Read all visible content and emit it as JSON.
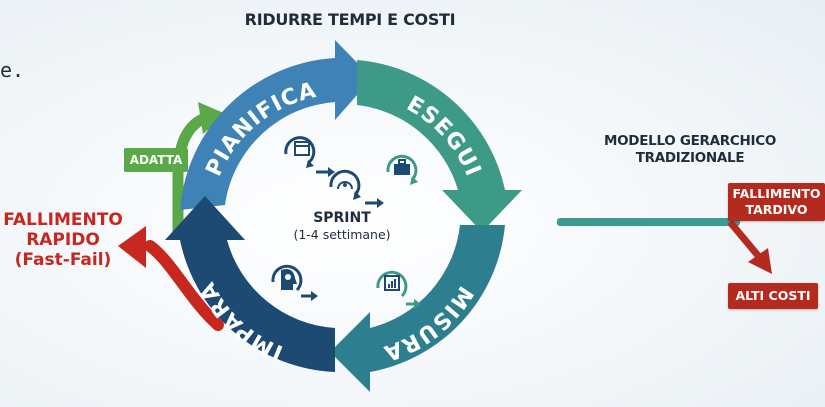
{
  "header": {
    "title": "RIDURRE TEMPI E COSTI"
  },
  "stray_text": "e.",
  "cycle": {
    "stages": [
      {
        "label": "PIANIFICA",
        "color": "#3f82b6",
        "icon": "calendar-cycle-icon"
      },
      {
        "label": "ESEGUI",
        "color": "#3d9a86",
        "icon": "briefcase-cycle-icon"
      },
      {
        "label": "MISURA",
        "color": "#2d7f8f",
        "icon": "bar-chart-cycle-icon"
      },
      {
        "label": "IMPARA",
        "color": "#1d4a72",
        "icon": "head-gear-cycle-icon"
      }
    ],
    "center": {
      "title": "SPRINT",
      "subtitle": "(1-4 settimane)"
    },
    "center_icon": "sprint-cycle-icon"
  },
  "feedback": {
    "adapt_label": "ADATTA",
    "adapt_color": "#5aa847",
    "fast_fail_lines": [
      "FALLIMENTO",
      "RAPIDO",
      "(Fast-Fail)"
    ],
    "fast_fail_color": "#c7271f"
  },
  "hierarchical": {
    "title_lines": [
      "MODELLO GERARCHICO",
      "TRADIZIONALE"
    ],
    "late_failure_lines": [
      "FALLIMENTO",
      "TARDIVO"
    ],
    "high_costs": "ALTI COSTI",
    "line_color": "#3d9a8e",
    "alert_color": "#b52a1f"
  }
}
